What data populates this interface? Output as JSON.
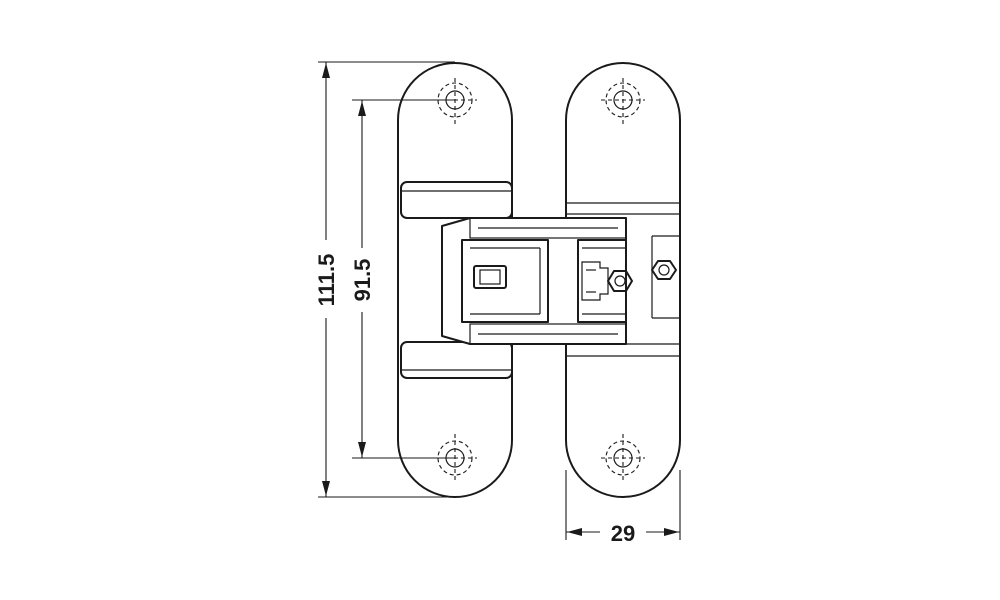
{
  "dimensions": {
    "overall_height": "111.5",
    "screw_spacing": "91.5",
    "leaf_width": "29"
  },
  "colors": {
    "line": "#1a1a1a",
    "background": "#ffffff"
  }
}
